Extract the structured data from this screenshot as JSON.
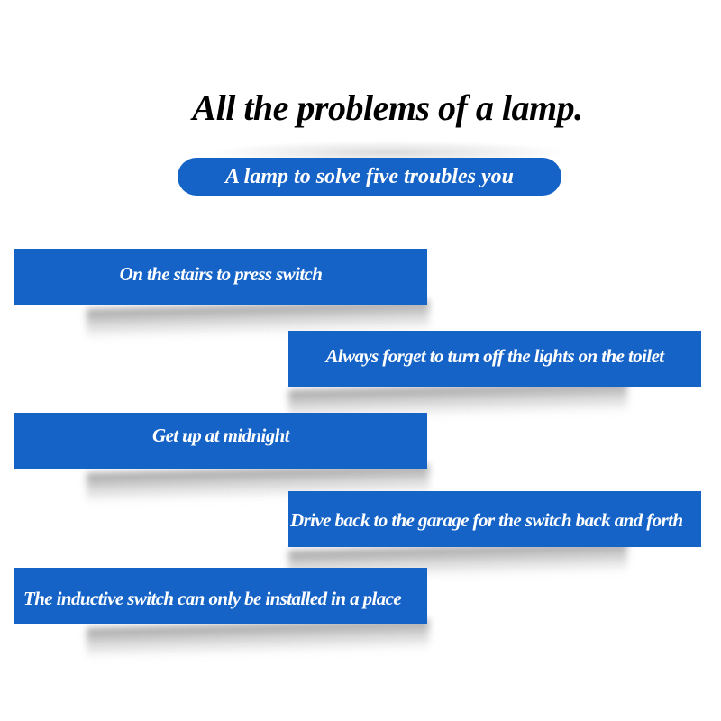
{
  "heading": {
    "title": "All the problems of a lamp.",
    "subtitle": "A lamp to solve five troubles you"
  },
  "items": [
    "On the stairs to press switch",
    "Always forget to turn off the lights on the toilet",
    "Get up at midnight",
    "Drive back to the garage for the switch back and forth",
    "The inductive switch can only be installed in a place"
  ],
  "colors": {
    "accent": "#1663c7",
    "text_on_accent": "#ffffff",
    "title": "#000000",
    "background": "#ffffff"
  }
}
